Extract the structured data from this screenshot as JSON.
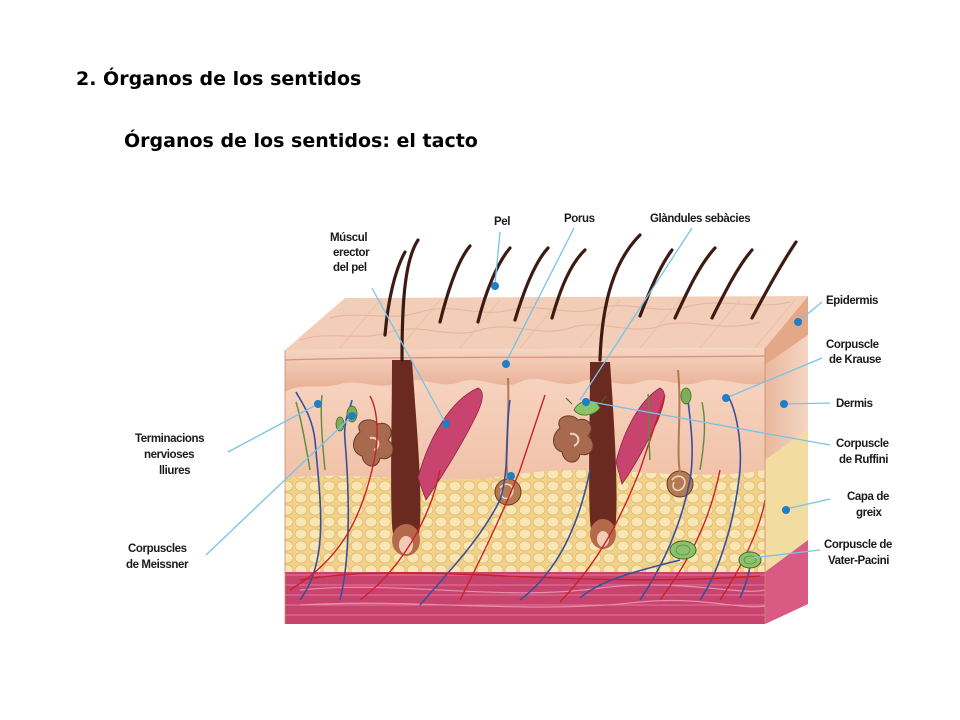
{
  "slide": {
    "title": "2. Órganos de los sentidos",
    "subtitle": "Órganos de los sentidos: el tacto"
  },
  "labels": {
    "musculo_l1": "Múscul",
    "musculo_l2": "erector",
    "musculo_l3": "del pel",
    "pel": "Pel",
    "porus": "Porus",
    "glandules": "Glàndules sebàcies",
    "epidermis": "Epidermis",
    "krause_l1": "Corpuscle",
    "krause_l2": "de Krause",
    "dermis": "Dermis",
    "ruffini_l1": "Corpuscle",
    "ruffini_l2": "de Ruffini",
    "greix_l1": "Capa de",
    "greix_l2": "greix",
    "pacini_l1": "Corpuscle de",
    "pacini_l2": "Vater-Pacini",
    "terminacions_l1": "Terminacions",
    "terminacions_l2": "nervioses",
    "terminacions_l3": "lliures",
    "meissner_l1": "Corpuscles",
    "meissner_l2": "de Meissner"
  },
  "colors": {
    "epidermis": "#f1c9b2",
    "dermis": "#f5cdb6",
    "fat": "#f3e2a6",
    "muscle_base": "#c94470",
    "nerve": "#3a4f9c",
    "vessel": "#c7222a",
    "leader_line": "#79c3e8",
    "marker_dot": "#1f7fc4"
  }
}
